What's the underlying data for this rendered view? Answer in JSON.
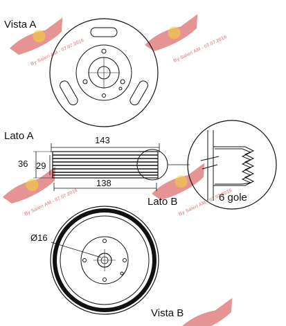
{
  "labels": {
    "view_a": "Vista A",
    "side_a": "Lato A",
    "side_b": "Lato B",
    "view_b": "Vista B",
    "grooves": "6 gole"
  },
  "dimensions": {
    "outer_width": "143",
    "hub_width": "138",
    "total_height": "36",
    "inner_height": "29",
    "bore_diameter": "Ø16"
  },
  "watermark": {
    "text": "By Saleri AM - 07.07.2016",
    "color": "#d23a3a"
  }
}
